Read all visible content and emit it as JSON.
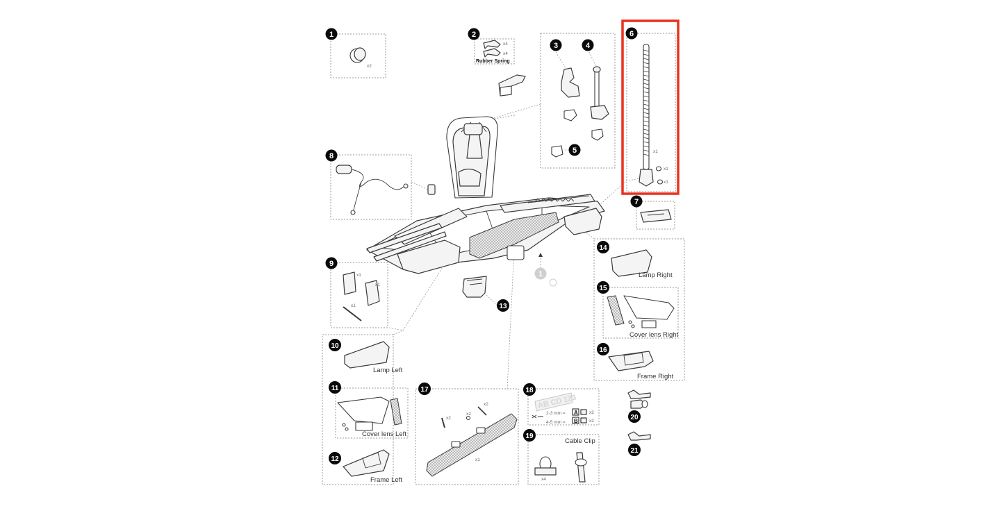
{
  "parts": [
    {
      "num": "1",
      "qty": "x2"
    },
    {
      "num": "2",
      "label": "Rubber Spring",
      "qty": [
        "x4",
        "x4"
      ]
    },
    {
      "num": "3"
    },
    {
      "num": "4"
    },
    {
      "num": "5"
    },
    {
      "num": "6",
      "qty": [
        "x1",
        "x1",
        "x1"
      ],
      "highlighted": true
    },
    {
      "num": "7"
    },
    {
      "num": "8"
    },
    {
      "num": "9",
      "qty": [
        "x1",
        "x1",
        "x1"
      ]
    },
    {
      "num": "10",
      "label": "Lamp Left"
    },
    {
      "num": "11",
      "label": "Cover lens Left"
    },
    {
      "num": "12",
      "label": "Frame Left"
    },
    {
      "num": "13"
    },
    {
      "num": "14",
      "label": "Lamp Right"
    },
    {
      "num": "15",
      "label": "Cover lens Right"
    },
    {
      "num": "16",
      "label": "Frame Right"
    },
    {
      "num": "17",
      "qty": [
        "x2",
        "x2",
        "x2",
        "x1"
      ]
    },
    {
      "num": "18",
      "plate_text": "AB CD 123",
      "rows": [
        {
          "range": "2-3 mm =",
          "code": "A",
          "qty": "x2"
        },
        {
          "range": "4-5 mm =",
          "code": "B",
          "qty": "x2"
        }
      ]
    },
    {
      "num": "19",
      "label": "Cable Clip",
      "qty": "x4"
    },
    {
      "num": "20"
    },
    {
      "num": "21"
    }
  ],
  "ghost_callout": {
    "num": "1"
  },
  "colors": {
    "highlight": "#e8321e",
    "badge": "#0a0a0a",
    "line": "#3a3a3a",
    "dashed": "#9a9a9a"
  }
}
